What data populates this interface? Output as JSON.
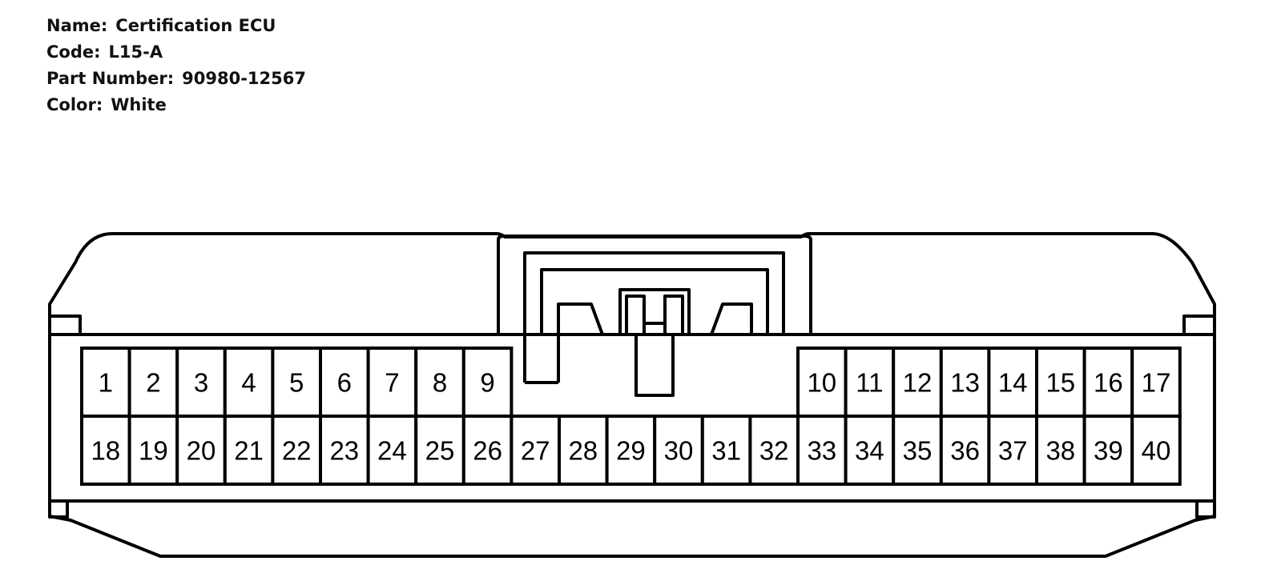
{
  "info": {
    "name_label": "Name:",
    "name_value": "Certification ECU",
    "code_label": "Code:",
    "code_value": "L15-A",
    "part_label": "Part Number:",
    "part_value": "90980-12567",
    "color_label": "Color:",
    "color_value": "White"
  },
  "connector": {
    "line_color": "#000000",
    "fill_color": "#ffffff",
    "top_row_left": [
      "1",
      "2",
      "3",
      "4",
      "5",
      "6",
      "7",
      "8",
      "9"
    ],
    "top_row_right": [
      "10",
      "11",
      "12",
      "13",
      "14",
      "15",
      "16",
      "17"
    ],
    "bottom_row": [
      "18",
      "19",
      "20",
      "21",
      "22",
      "23",
      "24",
      "25",
      "26",
      "27",
      "28",
      "29",
      "30",
      "31",
      "32",
      "33",
      "34",
      "35",
      "36",
      "37",
      "38",
      "39",
      "40"
    ]
  }
}
